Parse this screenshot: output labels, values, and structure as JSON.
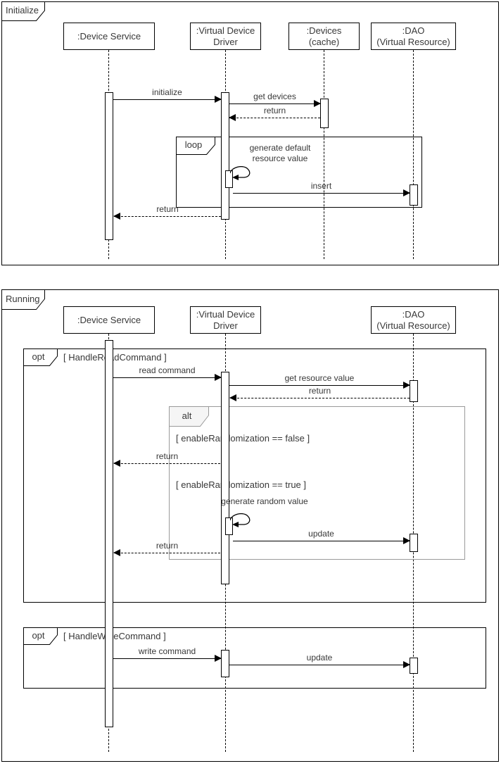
{
  "colors": {
    "stroke": "#000000",
    "text": "#383838",
    "alt_border": "#9a9a9a",
    "alt_label_fill": "#f5f5f5",
    "background": "#ffffff"
  },
  "initialize": {
    "title": "Initialize",
    "lifelines": {
      "device_service": ":Device Service",
      "virtual_device_driver": ":Virtual Device\nDriver",
      "devices_cache": ":Devices\n(cache)",
      "dao": ":DAO\n(Virtual Resource)"
    },
    "fragments": {
      "loop": {
        "operator": "loop"
      }
    },
    "messages": {
      "initialize": "initialize",
      "get_devices": "get devices",
      "get_devices_return": "return",
      "generate_default": "generate default\nresource value",
      "insert": "insert",
      "initialize_return": "return"
    }
  },
  "running": {
    "title": "Running",
    "lifelines": {
      "device_service": ":Device Service",
      "virtual_device_driver": ":Virtual Device\nDriver",
      "dao": ":DAO\n(Virtual Resource)"
    },
    "fragments": {
      "opt_read": {
        "operator": "opt",
        "guard": "[ HandleReadCommand ]"
      },
      "alt": {
        "operator": "alt",
        "guard_false": "[ enableRandomization == false ]",
        "guard_true": "[ enableRandomization == true ]"
      },
      "opt_write": {
        "operator": "opt",
        "guard": "[ HandleWriteCommand ]"
      }
    },
    "messages": {
      "read_command": "read command",
      "get_resource_value": "get resource value",
      "get_resource_value_return": "return",
      "randomization_false_return": "return",
      "generate_random": "generate random value",
      "update": "update",
      "randomization_true_return": "return",
      "write_command": "write command",
      "update_write": "update"
    }
  }
}
